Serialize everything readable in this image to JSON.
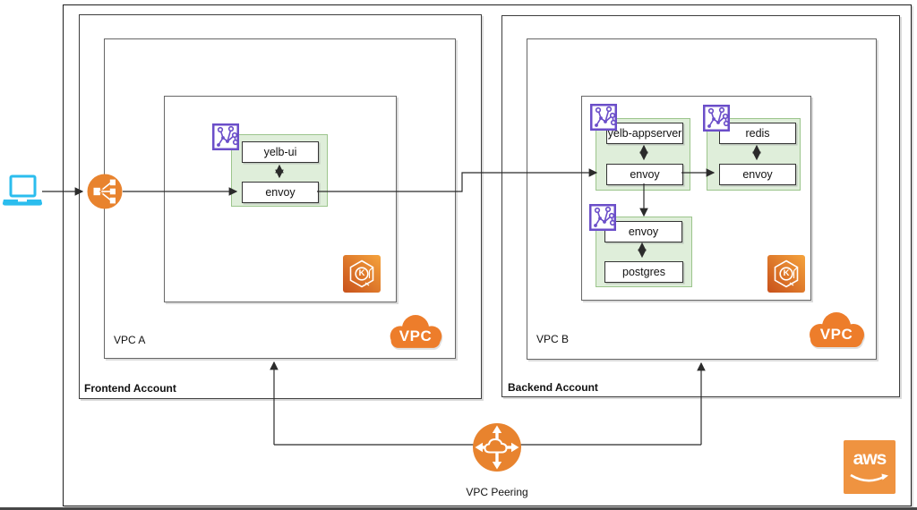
{
  "accounts": {
    "frontend": {
      "label": "Frontend Account",
      "vpc_label": "VPC A"
    },
    "backend": {
      "label": "Backend Account",
      "vpc_label": "VPC B"
    }
  },
  "services": {
    "yelb_ui": "yelb-ui",
    "envoy_frontend": "envoy",
    "yelb_appserver": "yelb-appserver",
    "envoy_appserver": "envoy",
    "redis": "redis",
    "envoy_redis": "envoy",
    "envoy_db": "envoy",
    "postgres": "postgres"
  },
  "labels": {
    "vpc_badge": "VPC",
    "eks_letter": "K",
    "aws_logo": "aws",
    "vpc_peering": "VPC Peering"
  },
  "icons": {
    "client": "laptop-icon",
    "load_balancer": "elastic-load-balancer-icon",
    "service_mesh": "app-mesh-icon",
    "kubernetes": "eks-icon",
    "vpc_cloud": "vpc-cloud-icon",
    "peering": "vpc-peering-icon",
    "aws": "aws-logo"
  },
  "colors": {
    "aws_orange": "#E8832E",
    "vpc_cloud_orange": "#ED7D2B",
    "aws_logo_orange": "#EF9340",
    "eks_gradient": [
      "#C8511B",
      "#F5A33C"
    ],
    "mesh_purple": "#6B4EC9",
    "green_fill": "#DFEEDA",
    "green_border": "#9CC58C",
    "laptop_cyan": "#2BBDEE"
  },
  "connections": [
    {
      "from": "client laptop",
      "to": "load balancer",
      "style": "solid-arrow"
    },
    {
      "from": "load balancer",
      "to": "envoy (VPC A)",
      "style": "solid-arrow"
    },
    {
      "from": "envoy (VPC A)",
      "to": "envoy (yelb-appserver, VPC B)",
      "style": "solid-arrow"
    },
    {
      "from": "envoy (yelb-appserver)",
      "to": "envoy (redis)",
      "style": "solid-arrow"
    },
    {
      "from": "envoy (yelb-appserver)",
      "to": "envoy (postgres)",
      "style": "solid-arrow"
    },
    {
      "from": "yelb-ui",
      "to": "envoy (VPC A)",
      "style": "dotted-double-arrow"
    },
    {
      "from": "yelb-appserver",
      "to": "envoy (yelb-appserver)",
      "style": "dotted-double-arrow"
    },
    {
      "from": "redis",
      "to": "envoy (redis)",
      "style": "dotted-double-arrow"
    },
    {
      "from": "envoy (postgres)",
      "to": "postgres",
      "style": "dotted-double-arrow"
    },
    {
      "from": "VPC A",
      "to": "VPC Peering",
      "style": "line-arrow-up"
    },
    {
      "from": "VPC B",
      "to": "VPC Peering",
      "style": "line-arrow-up"
    }
  ]
}
